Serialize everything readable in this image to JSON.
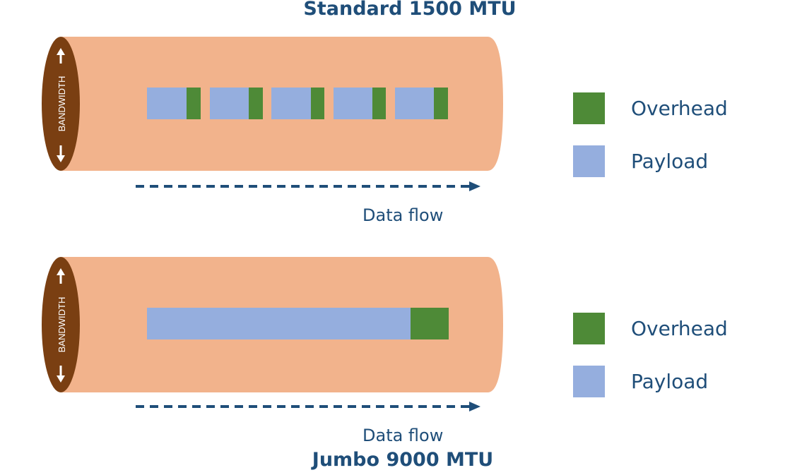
{
  "diagram": {
    "standard": {
      "title": "Standard 1500 MTU",
      "bandwidth_label": "BANDWIDTH",
      "flow_label": "Data flow",
      "legend": {
        "overhead": "Overhead",
        "payload": "Payload"
      }
    },
    "jumbo": {
      "title": "Jumbo 9000 MTU",
      "bandwidth_label": "BANDWIDTH",
      "flow_label": "Data flow",
      "legend": {
        "overhead": "Overhead",
        "payload": "Payload"
      }
    },
    "colors": {
      "pipe": "#f2b38c",
      "pipe_end": "#7a3f12",
      "payload": "#95aede",
      "overhead": "#4e8a37",
      "text": "#1f4e79",
      "arrow": "#1f4e79"
    }
  }
}
